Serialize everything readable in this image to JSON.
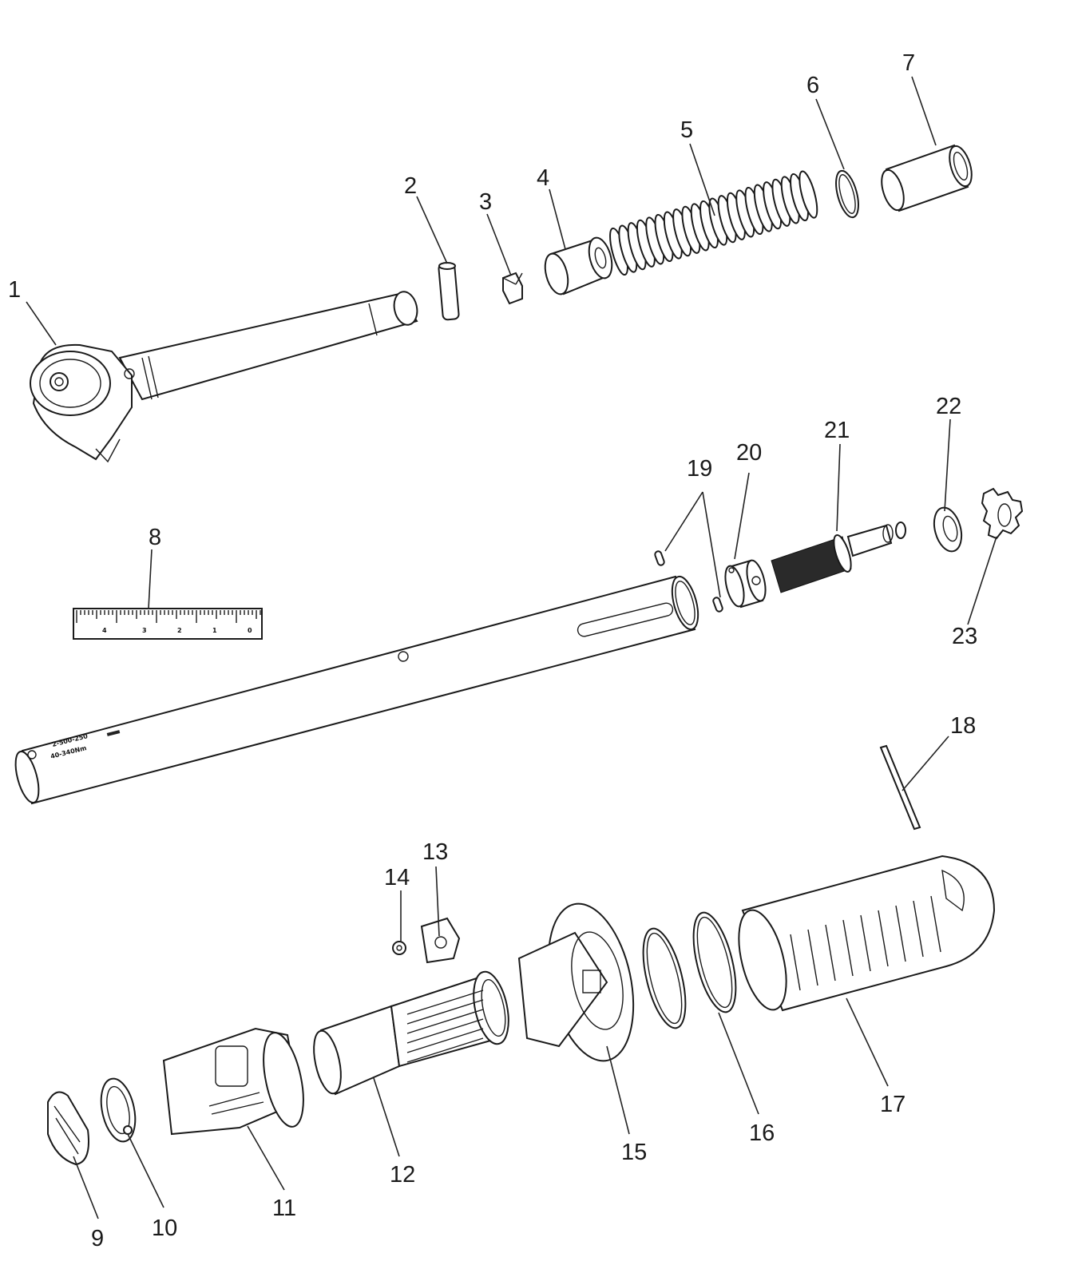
{
  "callouts": [
    "1",
    "2",
    "3",
    "4",
    "5",
    "6",
    "7",
    "8",
    "9",
    "10",
    "11",
    "12",
    "13",
    "14",
    "15",
    "16",
    "17",
    "18",
    "19",
    "20",
    "21",
    "22",
    "23"
  ],
  "scale_digits": [
    "4",
    "3",
    "2",
    "1",
    "0"
  ],
  "tube_marking": {
    "line1": "2-500-250",
    "line2": "40-340Nm"
  }
}
